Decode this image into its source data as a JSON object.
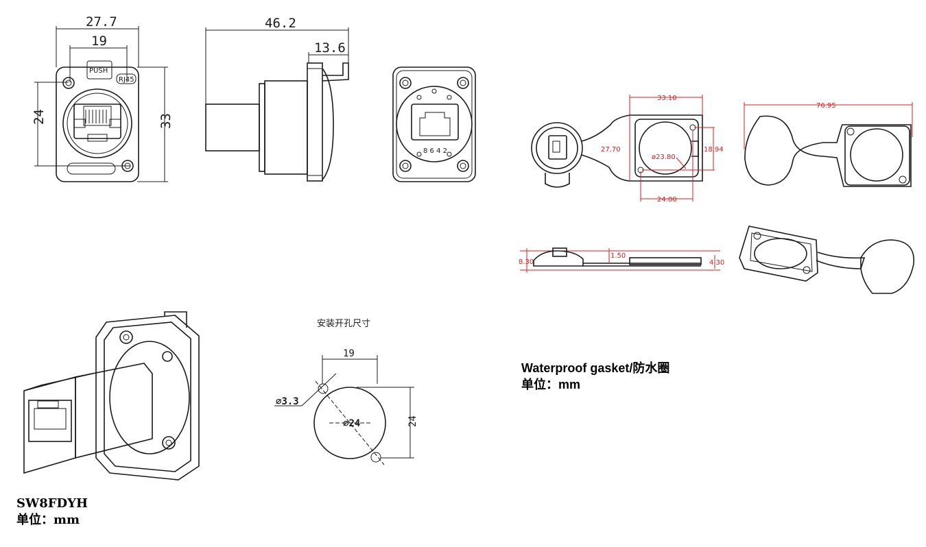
{
  "connector_front": {
    "width": "27.7",
    "hole_spacing": "19",
    "height_holes": "24",
    "height": "33",
    "push_label": "PUSH",
    "rj45_label": "RJ45"
  },
  "connector_side": {
    "length": "46.2",
    "flange_depth": "13.6"
  },
  "connector_rear": {
    "pin_labels": "8 6 4 2"
  },
  "cutout": {
    "title": "安装开孔尺寸",
    "spacing": "19",
    "hole_dia": "3.3",
    "circle_dia": "24",
    "height": "24"
  },
  "gasket": {
    "width": "33.10",
    "height": "27.70",
    "hole_dia": "ø23.80",
    "right_dim": "18.94",
    "bottom_dim": "24.00",
    "total_length": "76.95",
    "side_left": "8.30",
    "side_mid": "1.50",
    "side_right": "4.30"
  },
  "captions": {
    "product_code": "SW8FDYH",
    "unit_left": "单位：mm",
    "gasket_title": "Waterproof gasket/防水圈",
    "unit_right": "单位：mm"
  }
}
